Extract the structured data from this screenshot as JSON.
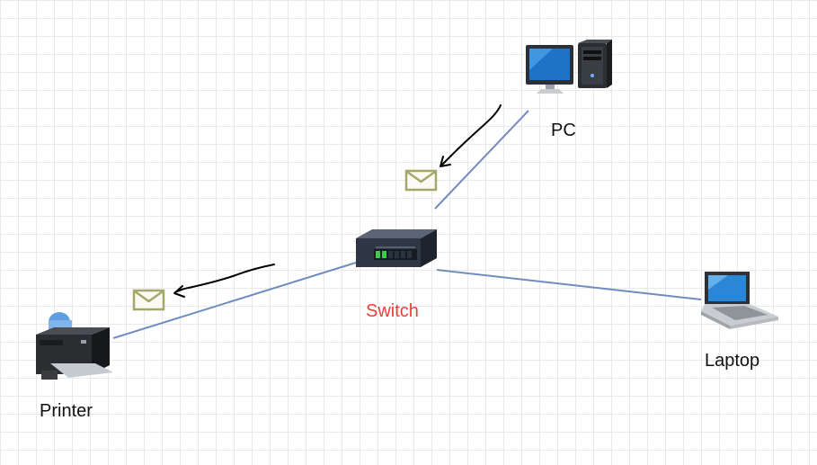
{
  "diagram": {
    "nodes": {
      "pc": {
        "label": "PC",
        "icon": "desktop-computer-icon"
      },
      "switch": {
        "label": "Switch",
        "icon": "network-switch-icon",
        "label_color": "#e8403a"
      },
      "laptop": {
        "label": "Laptop",
        "icon": "laptop-icon"
      },
      "printer": {
        "label": "Printer",
        "icon": "printer-icon"
      }
    },
    "links": [
      {
        "from": "pc",
        "to": "switch"
      },
      {
        "from": "switch",
        "to": "laptop"
      },
      {
        "from": "switch",
        "to": "printer"
      }
    ],
    "messages": [
      {
        "on_link": "pc-switch",
        "icon": "envelope-icon",
        "direction": "toward switch"
      },
      {
        "on_link": "switch-printer",
        "icon": "envelope-icon",
        "direction": "toward printer"
      }
    ],
    "colors": {
      "link": "#6f8bbf",
      "arrow": "#000000",
      "envelope": "#a3a86a",
      "grid": "#e9e9e9"
    }
  }
}
